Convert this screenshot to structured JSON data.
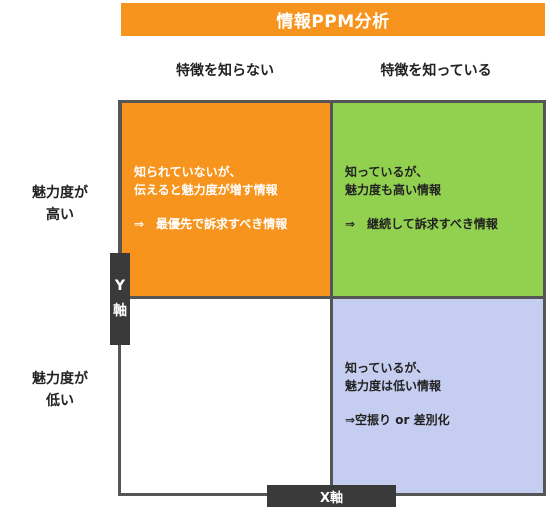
{
  "title": "情報PPM分析",
  "columns": {
    "left": "特徴を知らない",
    "right": "特徴を知っている"
  },
  "rows": {
    "top": [
      "魅力度が",
      "高い"
    ],
    "bottom": [
      "魅力度が",
      "低い"
    ]
  },
  "quadrants": {
    "top_left": {
      "lines": [
        "知られていないが、",
        "伝えると魅力度が増す情報"
      ],
      "action": "⇒　最優先で訴求すべき情報",
      "color": "#f7941d"
    },
    "top_right": {
      "lines": [
        "知っているが、",
        "魅力度も高い情報"
      ],
      "action": "⇒　継続して訴求すべき情報",
      "color": "#92d050"
    },
    "bottom_right": {
      "lines": [
        "知っているが、",
        "魅力度は低い情報"
      ],
      "action": "⇒空振り or 差別化",
      "color": "#c5cef0"
    }
  },
  "axes": {
    "y": [
      "Y",
      "軸"
    ],
    "x": "X軸"
  }
}
